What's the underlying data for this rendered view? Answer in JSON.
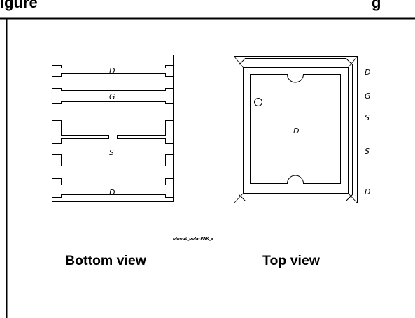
{
  "figure": {
    "header_fragment": "igure",
    "header_fragment_right": "g",
    "file_name": "pinout_polarPAK_s"
  },
  "bottom_view": {
    "title": "Bottom view",
    "pins": {
      "drain_top": "D",
      "gate": "G",
      "source": "S",
      "drain_bottom": "D"
    }
  },
  "top_view": {
    "title": "Top view",
    "center_label": "D",
    "side_labels": [
      "D",
      "G",
      "S",
      "S",
      "D"
    ]
  }
}
